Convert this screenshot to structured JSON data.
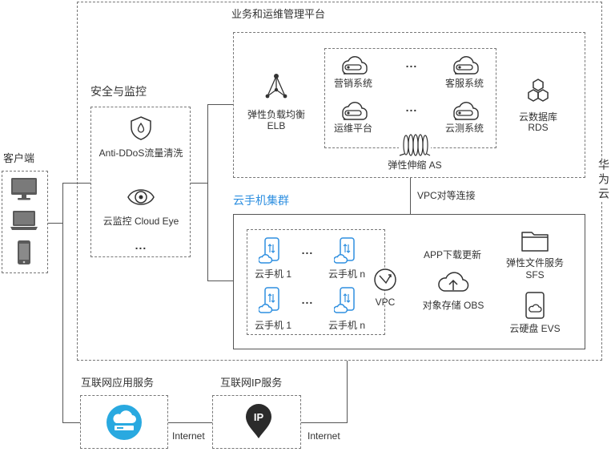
{
  "cloud_provider": "华为云",
  "platform": {
    "title": "业务和运维管理平台",
    "elb": {
      "name": "弹性负载均衡",
      "abbr": "ELB",
      "icon": "load-balancer-icon"
    },
    "systems": [
      {
        "label": "营销系统",
        "icon": "system-icon"
      },
      {
        "label": "客服系统",
        "icon": "system-icon"
      },
      {
        "label": "运维平台",
        "icon": "system-icon"
      },
      {
        "label": "云测系统",
        "icon": "system-icon"
      }
    ],
    "more": "...",
    "as": {
      "label": "弹性伸缩 AS",
      "icon": "auto-scaling-icon"
    },
    "rds": {
      "name": "云数据库",
      "abbr": "RDS",
      "icon": "database-icon"
    }
  },
  "security": {
    "title": "安全与监控",
    "anti_ddos": {
      "label": "Anti-DDoS流量清洗",
      "icon": "shield-icon"
    },
    "cloud_eye": {
      "label": "云监控 Cloud Eye",
      "icon": "eye-icon"
    },
    "more": "..."
  },
  "client": {
    "title": "客户端",
    "devices": [
      "monitor-icon",
      "laptop-icon",
      "phone-icon"
    ]
  },
  "vpc_peering": "VPC对等连接",
  "phone_cluster": {
    "title": "云手机集群",
    "phones": [
      {
        "label": "云手机 1"
      },
      {
        "label": "云手机 n"
      },
      {
        "label": "云手机 1"
      },
      {
        "label": "云手机 n"
      }
    ],
    "more": "...",
    "vpc": "VPC",
    "app_update": "APP下载更新",
    "obs": "对象存储 OBS",
    "sfs": {
      "name": "弹性文件服务",
      "abbr": "SFS"
    },
    "evs": "云硬盘 EVS"
  },
  "internet_app_service": {
    "title": "互联网应用服务",
    "icon": "cloud-service-icon"
  },
  "internet_ip_service": {
    "title": "互联网IP服务",
    "icon_text": "IP",
    "icon": "location-pin-icon"
  },
  "links": [
    {
      "label": "Internet"
    },
    {
      "label": "Internet"
    }
  ],
  "colors": {
    "accent": "#2e8fe0",
    "app_icon": "#29a9e0",
    "line": "#555555",
    "text": "#333333"
  }
}
